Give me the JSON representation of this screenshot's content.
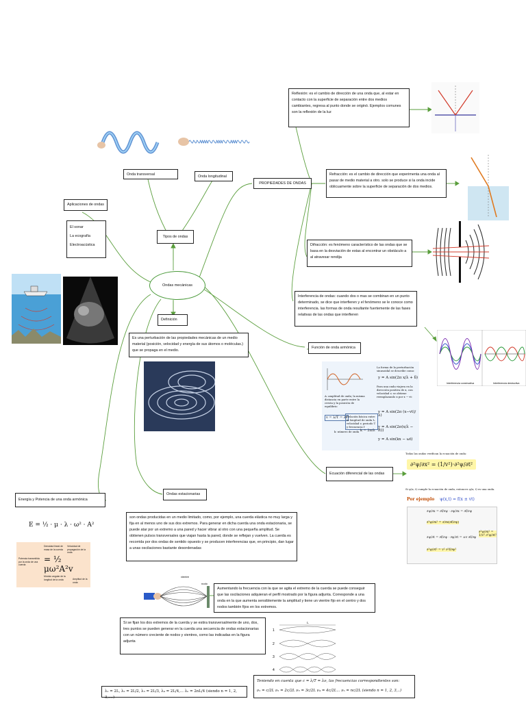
{
  "center": {
    "label": "Ondas mecánicas"
  },
  "tipos": {
    "label": "Tipos de ondas"
  },
  "transversal": {
    "label": "Onda transversal"
  },
  "longitudinal": {
    "label": "Onda longitudinal"
  },
  "propiedades": {
    "label": "PROPIEDADES DE ONDAS"
  },
  "reflexion": {
    "text": "Reflexión: es el cambio de dirección de una onda que, al estar en contacto con la superficie de separación entre dos medios cambiantes, regresa al punto donde se originó. Ejemplos comunes son la reflexión de la luz"
  },
  "refraccion": {
    "text": "Refracción: es el cambio de dirección que experimenta una onda al pasar de medio material a otro. solo se produce si la onda incide oblicuamente sobre la superficie de separación de dos medios."
  },
  "difraccion": {
    "text": "Difracción: es fenómeno característico de las ondas que se basa en la desviación de estas al encontrar un obstáculo a al atravesar rendija"
  },
  "interferencia": {
    "text": "Interferencia de ondas: cuando dos o mas se combinan en un punto determinado, se dice que interfieren y el fenómeno se le conoce como interferencia. las formas de onda resultante fuertemente de las fases relativas de las ondas que interfieren"
  },
  "interferencia_captions": [
    "Interferencia constructiva",
    "Interferencia destructiva"
  ],
  "aplicaciones": {
    "label": "Aplicaciones de ondas",
    "items": [
      "El sonar",
      "La ecografía",
      "Electroacústica"
    ]
  },
  "definicion": {
    "label": "Definición",
    "text": "Es una perturbación de las propiedades mecánicas de un medio material (posición, velocidad y energía de sus átomos o moléculas.) que se propaga en el medio."
  },
  "funcion": {
    "label": "Función de onda armónica"
  },
  "ecuacion": {
    "label": "Ecuación diferencial de las ondas",
    "top_note": "Todas las ondas verifican la ecuación de onda:",
    "mid_note": "Si ψ(x, t) cumple la ecuación de onda, entonces ψ(x, t) es una onda.",
    "example": "Por ejemplo"
  },
  "estacionarias": {
    "label": "Ondas estacionarias",
    "text": "son ondas producidas en un medio limitado, como, por ejemplo, una cuerda elástica no muy larga y fija en al menos uno de sus dos extremos. Para generar en dicha cuerda una onda estacionaria, se puede atar por un extremo a una pared y hacer vibrar al otro con una pequeña amplitud. Se obtienen pulsos transversales que viajan hasta la pared, donde se reflejan y vuelven. La cuerda es recorrida por dos ondas de sentido opuesto y se producen interferencias que, en principio, dan lugar a unas oscilaciones bastante desordenadas"
  },
  "energia": {
    "label": "Energía y Potencia de una onda armónica",
    "formula": "E = ½ · μ · λ · ω² · A²",
    "potencia_label": "Potencia transmitida por la onda de una cuerda",
    "labels": [
      "Densidad lineal de masa de la cuerda",
      "Velocidad de propagación de la onda",
      "Amplitud de la onda",
      "Módulo angular de la longitud de la onda"
    ]
  },
  "aumentando": {
    "text": "Aumentando la frecuencia con la que se agita el extremo de la cuerda se puede conseguir que las oscilaciones adquieran el perfil mostrado por la figura adjunta. Corresponde a una onda en la que aumenta sensiblemente la amplitud y tiene un vientre fijo en el centro y dos nodos también fijos en los extremos."
  },
  "cuerda_labels": {
    "vientre": "vientre",
    "nodo": "nodo"
  },
  "extremos": {
    "text": "Si se fijan los dos extremos de la cuerda y se estira transversalmente de uno, dos, tres puntos se pueden generar en la cuerda una secuencia de ondas estacionarias con un número creciente de nodos y vientres, como las indicadas en la figura adjunta"
  },
  "modes": [
    "1",
    "2",
    "3",
    "4"
  ],
  "mode_L": "L",
  "lambda_formula": "λ₁ = 2L,   λ₂ = 2L/2,   λ₃ = 2L/3,  λ₄ = 2L/4,...   λₙ = 2nL/4  (siendo n = 1, 2, 3,....)",
  "frecuencias": {
    "intro": "Teniendo en cuenta que c = λ/T = λν,   las frecuencias correspondientes son:",
    "formula": "ν₁ = c/2L    ν₂ = 2c/2L    ν₃ = 3c/2L    ν₄ = 4c/2L...    νₙ = nc/2L    (siendo n = 1, 2, 3,..)"
  },
  "funcion_detail": {
    "title": "La forma de la perturbación sinusoidal se describe como:",
    "eq1": "y = A sin(2π x/λ + δ)",
    "note2": "Para una onda viajera en la dirección positiva de x, con velocidad v, se obtiene reemplazando x por x − vt:",
    "eq2": "y = A sin(2π (x−vt)/λ)",
    "eq3": "y = A sin(2π(x/λ − ft))",
    "eq4": "y = A sin(kx − ωt)",
    "k_label": "k: número de onda",
    "k_eq": "k = 2π/λ",
    "amp_note": "A: amplitud de onda; la misma distancia en parte entre la cresta y la posición de equilibrio",
    "v_eq": "v = λ/T = λf",
    "v_note": "Relación básica entre la longitud de onda λ, velocidad v, periodo T y frecuencia f"
  },
  "colors": {
    "connector": "#5a9e3c",
    "border": "#222222",
    "yellow": "#fff6a8"
  }
}
